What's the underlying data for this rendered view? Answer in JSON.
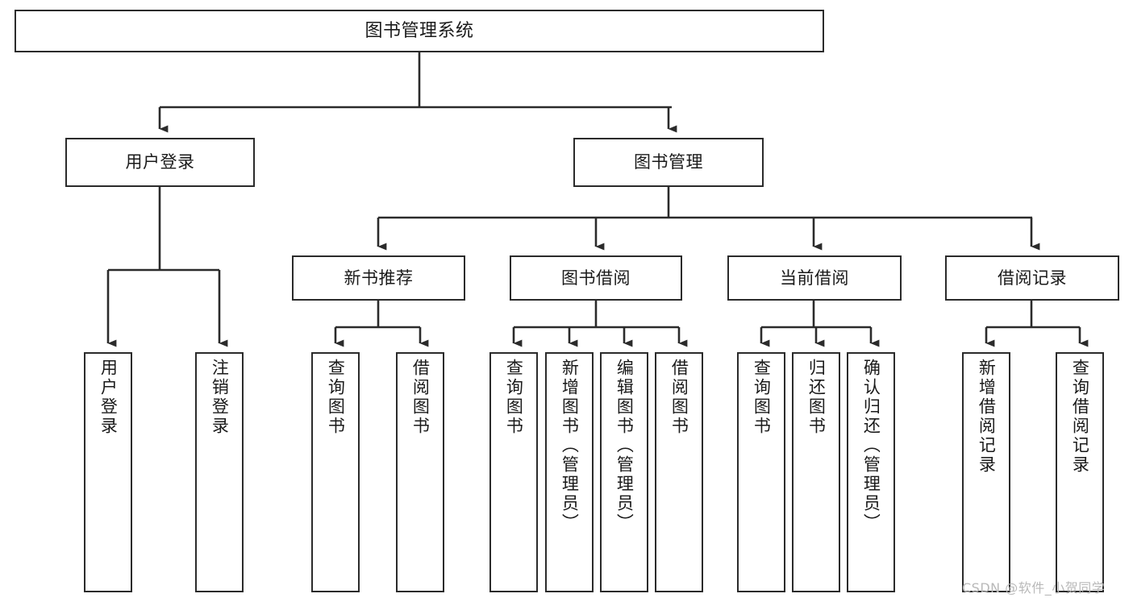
{
  "diagram": {
    "title": "图书管理系统",
    "watermark": "CSDN @软件_小贺同学",
    "levels": {
      "root": {
        "label": "图书管理系统"
      },
      "level2": [
        {
          "label": "用户登录"
        },
        {
          "label": "图书管理"
        }
      ],
      "level3": [
        {
          "label": "新书推荐"
        },
        {
          "label": "图书借阅"
        },
        {
          "label": "当前借阅"
        },
        {
          "label": "借阅记录"
        }
      ],
      "leaves": [
        {
          "label": "用户登录",
          "parent": "用户登录"
        },
        {
          "label": "注销登录",
          "parent": "用户登录"
        },
        {
          "label": "查询图书",
          "parent": "新书推荐"
        },
        {
          "label": "借阅图书",
          "parent": "新书推荐"
        },
        {
          "label": "查询图书",
          "parent": "图书借阅"
        },
        {
          "label": "新增图书（管理员）",
          "parent": "图书借阅"
        },
        {
          "label": "编辑图书（管理员）",
          "parent": "图书借阅"
        },
        {
          "label": "借阅图书",
          "parent": "图书借阅"
        },
        {
          "label": "查询图书",
          "parent": "当前借阅"
        },
        {
          "label": "归还图书",
          "parent": "当前借阅"
        },
        {
          "label": "确认归还（管理员）",
          "parent": "当前借阅"
        },
        {
          "label": "新增借阅记录",
          "parent": "借阅记录"
        },
        {
          "label": "查询借阅记录",
          "parent": "借阅记录"
        }
      ]
    },
    "colors": {
      "stroke": "#2b2b2b",
      "fill": "#ffffff",
      "text": "#1a1a1a",
      "watermark": "#b9b9b9"
    }
  }
}
